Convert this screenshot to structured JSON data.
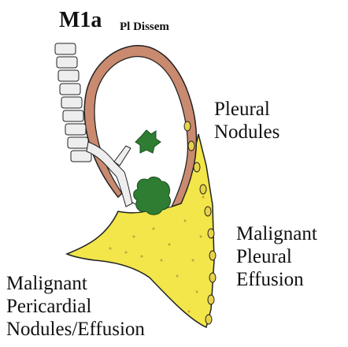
{
  "title": {
    "main": "M1a",
    "sub": "Pl Dissem"
  },
  "labels": {
    "pleural_nodules": [
      "Pleural",
      "Nodules"
    ],
    "malignant_pleural_effusion": [
      "Malignant",
      "Pleural",
      "Effusion"
    ],
    "malignant_pericardial": [
      "Malignant",
      "Pericardial",
      "Nodules/Effusion"
    ]
  },
  "colors": {
    "pleura": "#c98a6f",
    "effusion": "#f2e64a",
    "tumor": "#2e7d32",
    "outline": "#222222",
    "spine": "#eeeeee"
  }
}
